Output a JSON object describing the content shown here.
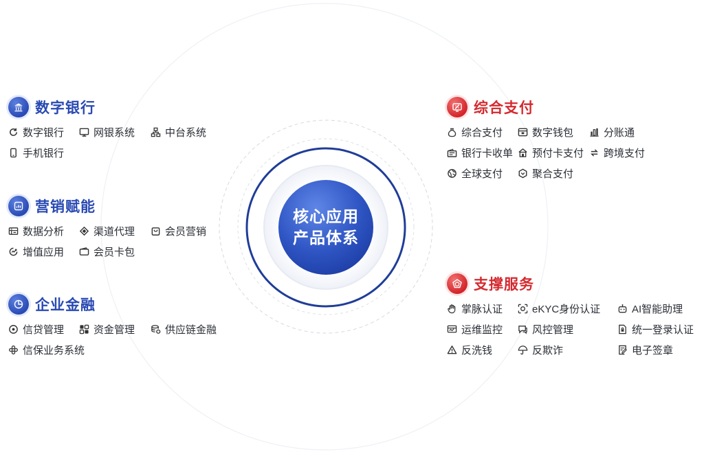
{
  "center": {
    "line1": "核心应用",
    "line2": "产品体系"
  },
  "groups": {
    "digital_bank": {
      "title": "数字银行",
      "items": [
        "数字银行",
        "网银系统",
        "中台系统",
        "手机银行"
      ]
    },
    "marketing": {
      "title": "营销赋能",
      "items": [
        "数据分析",
        "渠道代理",
        "会员营销",
        "增值应用",
        "会员卡包"
      ]
    },
    "enterprise_finance": {
      "title": "企业金融",
      "items": [
        "信贷管理",
        "资金管理",
        "供应链金融",
        "信保业务系统"
      ]
    },
    "payment": {
      "title": "综合支付",
      "items": [
        "综合支付",
        "数字钱包",
        "分账通",
        "银行卡收单",
        "预付卡支付",
        "跨境支付",
        "全球支付",
        "聚合支付"
      ]
    },
    "support": {
      "title": "支撑服务",
      "items": [
        "掌脉认证",
        "eKYC身份认证",
        "AI智能助理",
        "运维监控",
        "风控管理",
        "统一登录认证",
        "反洗钱",
        "反欺诈",
        "电子签章"
      ]
    }
  },
  "colors": {
    "blue": "#2a4ab3",
    "red": "#d42a2f",
    "ring": "#1f3d99"
  }
}
